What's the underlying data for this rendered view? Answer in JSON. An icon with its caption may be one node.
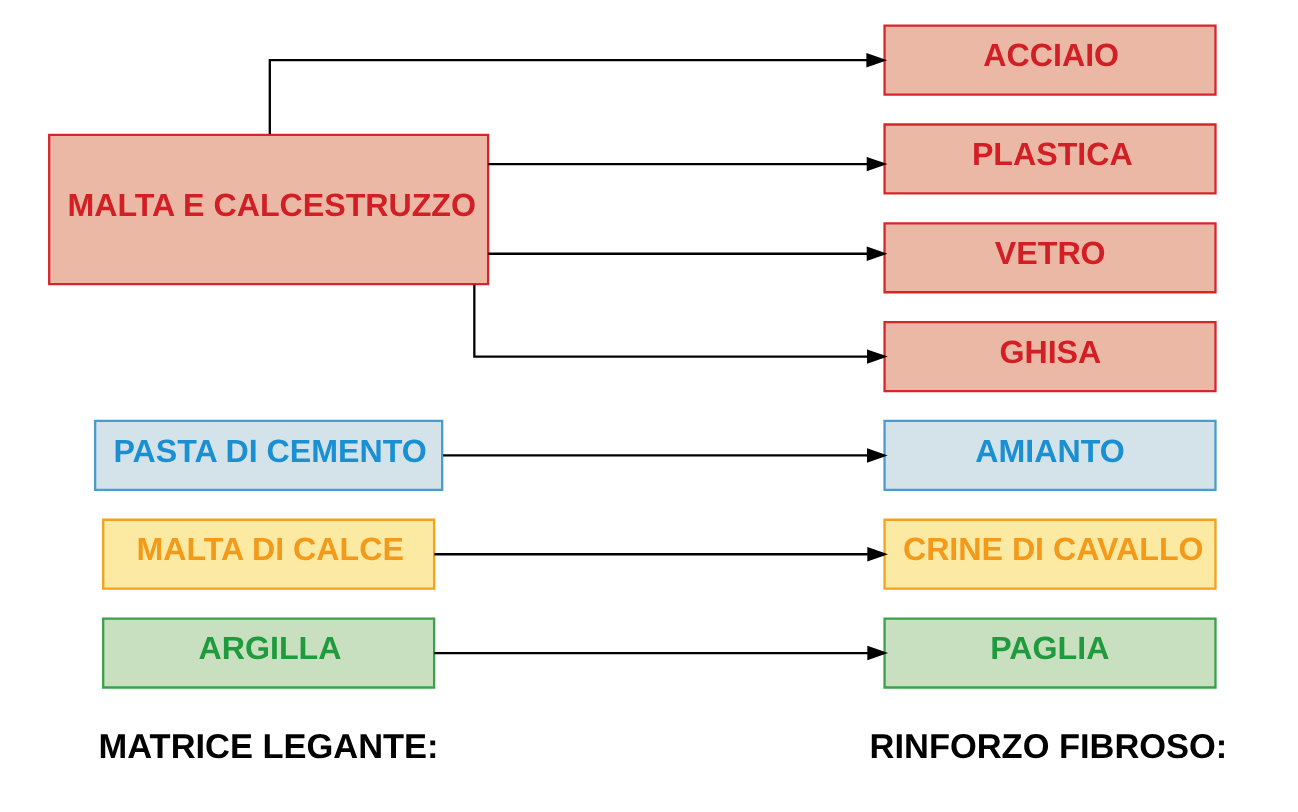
{
  "diagram": {
    "nodes": [
      {
        "text": [
          "ARGILLA"
        ]
      },
      {
        "text": [
          "PAGLIA"
        ]
      },
      {
        "text": [
          "MALTA DI CALCE"
        ]
      },
      {
        "text": [
          "CRINE DI CAVALLO"
        ]
      },
      {
        "text": [
          "PASTA DI CEMENTO"
        ]
      },
      {
        "text": [
          "AMIANTO"
        ]
      },
      {
        "text": [
          "MALTA E CALCESTRUZZO"
        ]
      },
      {
        "text": [
          "ACCIAIO"
        ]
      },
      {
        "text": [
          "PLASTICA"
        ]
      },
      {
        "text": [
          "VETRO"
        ]
      },
      {
        "text": [
          "GHISA"
        ]
      }
    ],
    "edges": [
      {
        "from": 0,
        "to": 1,
        "arrow": "to"
      },
      {
        "from": 2,
        "to": 3,
        "arrow": "to"
      },
      {
        "from": 4,
        "to": 5,
        "arrow": "to"
      },
      {
        "from": 6,
        "to": 7,
        "arrow": "to"
      },
      {
        "from": 6,
        "to": 8,
        "arrow": "to"
      },
      {
        "from": 6,
        "to": 9,
        "arrow": "to"
      },
      {
        "from": 6,
        "to": 10,
        "arrow": "to"
      }
    ],
    "labels": [
      "MATRICE LEGANTE:",
      "RINFORZO FIBROSO:"
    ]
  }
}
